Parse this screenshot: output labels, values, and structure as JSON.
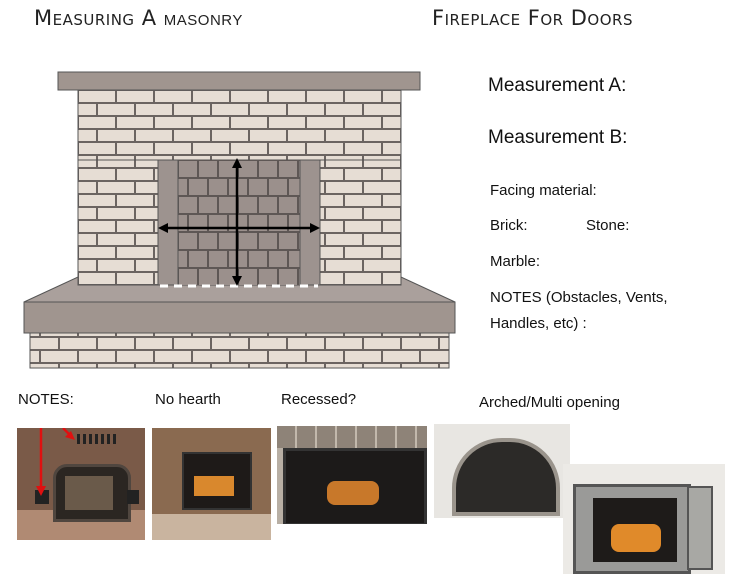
{
  "title": {
    "left": "Measuring A",
    "small": "MASONRY",
    "right": "Fireplace For Doors"
  },
  "form": {
    "measurement_a": "Measurement A:",
    "measurement_b": "Measurement B:",
    "facing_material": "Facing material:",
    "brick": "Brick:",
    "stone": "Stone:",
    "marble": "Marble:",
    "notes_line1": "NOTES (Obstacles, Vents,",
    "notes_line2": "Handles, etc) :"
  },
  "captions": {
    "notes": "NOTES:",
    "no_hearth": "No hearth",
    "recessed": "Recessed?",
    "arched": "Arched/Multi opening"
  },
  "colors": {
    "brick": "#e6ddd4",
    "mortar": "#6b6461",
    "stone": "#a29793",
    "arrow_red": "#e01010"
  }
}
